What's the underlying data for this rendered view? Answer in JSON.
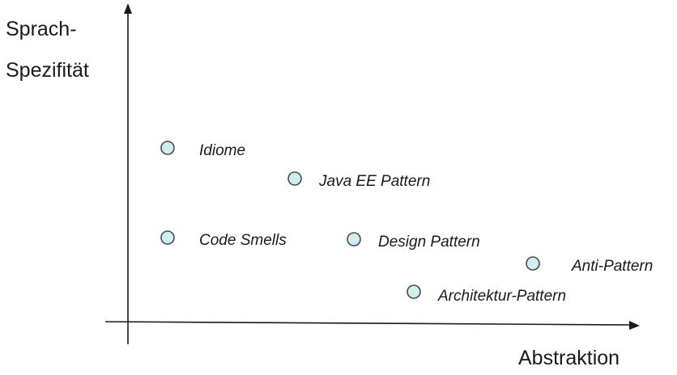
{
  "axes": {
    "y_label_line1": "Sprach-",
    "y_label_line2": "Spezifität",
    "x_label": "Abstraktion"
  },
  "colors": {
    "marker_fill": "#cdeff0",
    "marker_stroke": "#4a4a4a",
    "axis": "#1a1a1a"
  },
  "points": [
    {
      "label": "Idiome"
    },
    {
      "label": "Java EE Pattern"
    },
    {
      "label": "Code Smells"
    },
    {
      "label": "Design Pattern"
    },
    {
      "label": "Anti-Pattern"
    },
    {
      "label": "Architektur-Pattern"
    }
  ]
}
